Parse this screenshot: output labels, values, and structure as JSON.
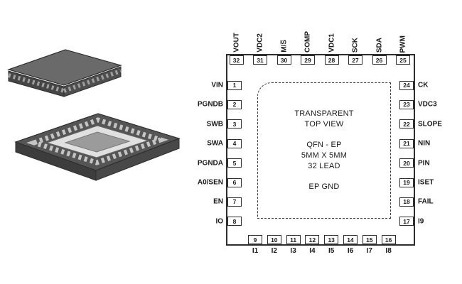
{
  "diagram": {
    "center": {
      "title_lines": [
        "TRANSPARENT",
        "TOP VIEW"
      ],
      "spec_lines": [
        "QFN - EP",
        "5MM X 5MM",
        "32 LEAD"
      ],
      "pad_label": "EP GND"
    },
    "pins": {
      "top": [
        {
          "num": "32",
          "name": "VOUT"
        },
        {
          "num": "31",
          "name": "VDC2"
        },
        {
          "num": "30",
          "name": "M/S̅"
        },
        {
          "num": "29",
          "name": "COMP"
        },
        {
          "num": "28",
          "name": "VDC1"
        },
        {
          "num": "27",
          "name": "SCK"
        },
        {
          "num": "26",
          "name": "SDA"
        },
        {
          "num": "25",
          "name": "PWM"
        }
      ],
      "left": [
        {
          "num": "1",
          "name": "VIN"
        },
        {
          "num": "2",
          "name": "PGNDB"
        },
        {
          "num": "3",
          "name": "SWB"
        },
        {
          "num": "4",
          "name": "SWA"
        },
        {
          "num": "5",
          "name": "PGNDA"
        },
        {
          "num": "6",
          "name": "A0/SEN"
        },
        {
          "num": "7",
          "name": "EN"
        },
        {
          "num": "8",
          "name": "IO"
        }
      ],
      "right": [
        {
          "num": "24",
          "name": "CK"
        },
        {
          "num": "23",
          "name": "VDC3"
        },
        {
          "num": "22",
          "name": "SLOPE"
        },
        {
          "num": "21",
          "name": "NIN"
        },
        {
          "num": "20",
          "name": "PIN"
        },
        {
          "num": "19",
          "name": "ISET"
        },
        {
          "num": "18",
          "name": "FAIL"
        },
        {
          "num": "17",
          "name": "I9"
        }
      ],
      "bottom": [
        {
          "num": "9",
          "name": "I1"
        },
        {
          "num": "10",
          "name": "I2"
        },
        {
          "num": "11",
          "name": "I3"
        },
        {
          "num": "12",
          "name": "I4"
        },
        {
          "num": "13",
          "name": "I5"
        },
        {
          "num": "14",
          "name": "I6"
        },
        {
          "num": "15",
          "name": "I7"
        },
        {
          "num": "16",
          "name": "I8"
        }
      ]
    },
    "colors": {
      "outline": "#2e2e2e",
      "text": "#1a1a1a",
      "chip_body_dark": "#3d3d3d",
      "chip_body_mid": "#555555",
      "chip_body_light": "#6a6a6a",
      "chip_pad": "#9b9b9b",
      "chip_pins": "#c4c4c4"
    }
  }
}
